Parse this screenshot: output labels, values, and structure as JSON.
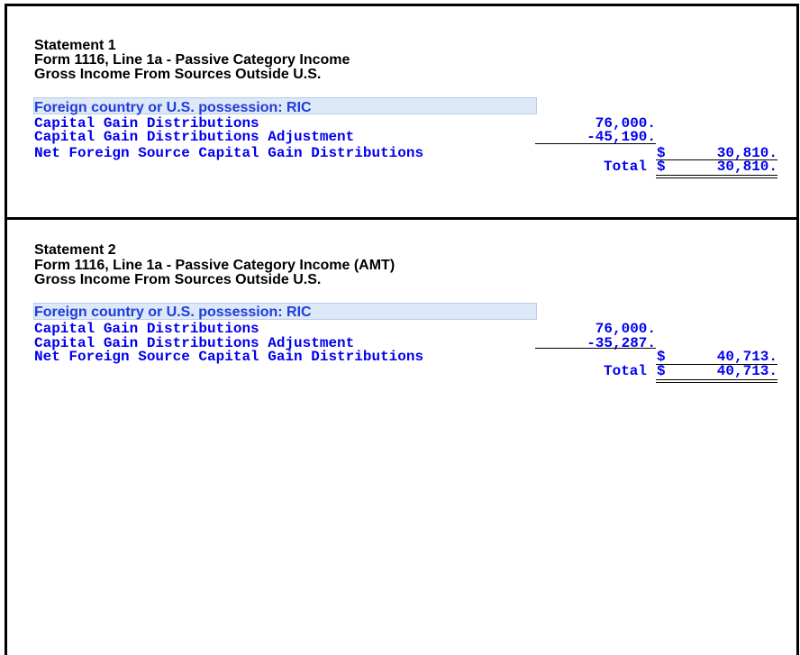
{
  "statements": [
    {
      "title": "Statement 1",
      "line2": "Form 1116, Line 1a - Passive Category Income",
      "line3": "Gross Income From Sources Outside U.S.",
      "country": "Foreign country or U.S. possession: RIC",
      "rows": [
        {
          "label": "Capital Gain Distributions",
          "value": "76,000."
        },
        {
          "label": "Capital Gain Distributions Adjustment",
          "value": "-45,190."
        }
      ],
      "net_label": "Net Foreign Source Capital Gain Distributions",
      "net_currency": "$",
      "net_value": "30,810.",
      "total_label": "Total",
      "total_currency": "$",
      "total_value": "30,810."
    },
    {
      "title": "Statement 2",
      "line2": "Form 1116, Line 1a - Passive Category Income (AMT)",
      "line3": "Gross Income From Sources Outside U.S.",
      "country": "Foreign country or U.S. possession: RIC",
      "rows": [
        {
          "label": "Capital Gain Distributions",
          "value": "76,000."
        },
        {
          "label": "Capital Gain Distributions Adjustment",
          "value": "-35,287."
        }
      ],
      "net_label": "Net Foreign Source Capital Gain Distributions",
      "net_currency": "$",
      "net_value": "40,713.",
      "total_label": "Total",
      "total_currency": "$",
      "total_value": "40,713."
    }
  ],
  "colors": {
    "text_blue": "#0000ee",
    "highlight": "#dde8f8"
  }
}
